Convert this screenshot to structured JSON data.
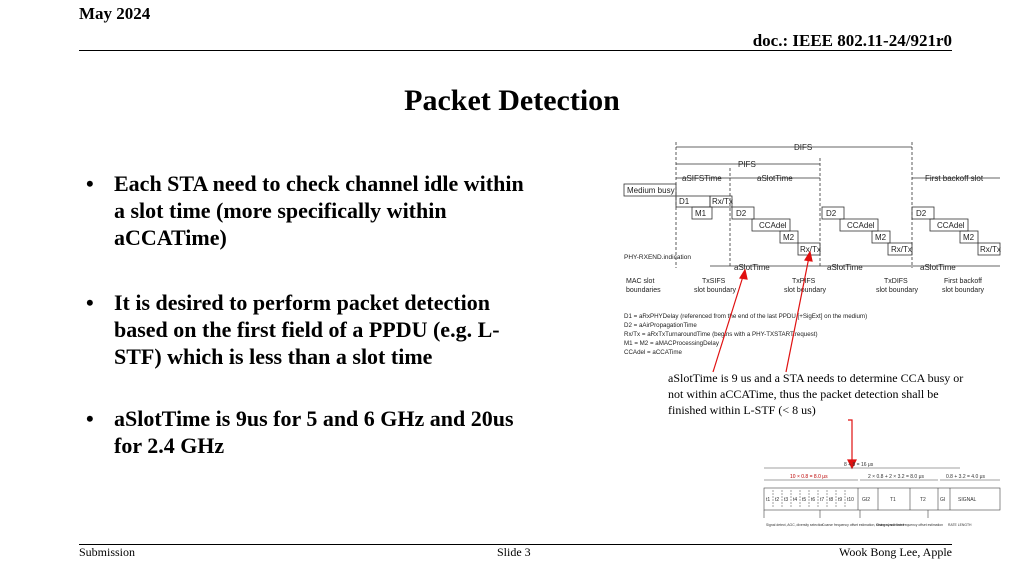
{
  "header": {
    "date": "May 2024",
    "doc_id": "doc.: IEEE 802.11-24/921r0"
  },
  "title": "Packet Detection",
  "bullets": [
    "Each STA need to check channel idle within a slot time (more specifically within aCCATime)",
    "It is desired to perform packet detection based on the first field of a PPDU (e.g. L-STF) which is less than a slot time",
    "aSlotTime is 9us for 5 and 6 GHz and 20us for 2.4 GHz"
  ],
  "diagram": {
    "difs": "DIFS",
    "pifs": "PIFS",
    "asifstime": "aSIFSTime",
    "aslottime": "aSlotTime",
    "first_backoff_slot": "First backoff slot",
    "medium_busy": "Medium busy",
    "d1": "D1",
    "rxtx": "Rx/Tx",
    "m1": "M1",
    "d2": "D2",
    "ccadel": "CCAdel",
    "m2": "M2",
    "phy_rxend": "PHY-RXEND.indication",
    "mac_slot": "MAC slot",
    "boundaries": "boundaries",
    "txsifs": "TxSIFS",
    "txpifs": "TxPIFS",
    "txdifs": "TxDIFS",
    "slot_boundary": "slot boundary",
    "first_backoff": "First backoff",
    "legend": [
      "D1 = aRxPHYDelay (referenced from the end of the last PPDU [+SigExt] on the medium)",
      "D2 = aAirPropagationTime",
      "Rx/Tx = aRxTxTurnaroundTime (begins with a PHY-TXSTART.request)",
      "M1 = M2 = aMACProcessingDelay",
      "CCAdel = aCCATime"
    ]
  },
  "callout": "aSlotTime is 9 us and a STA needs to determine CCA busy or not within aCCATime, thus the packet detection shall be finished within L-STF (< 8 us)",
  "stf_figure": {
    "top": "8 + 8 = 16 μs",
    "stf": "10 × 0.8 = 8.0 μs",
    "ltf": "2 × 0.8 + 2 × 3.2 = 8.0 μs",
    "sig": "0.8 + 3.2 = 4.0 μs",
    "symbols": [
      "t1",
      "t2",
      "t3",
      "t4",
      "t5",
      "t6",
      "t7",
      "t8",
      "t9",
      "t10"
    ],
    "gi2": "GI2",
    "t1": "T1",
    "t2": "T2",
    "gi": "GI",
    "signal": "SIGNAL",
    "notes": [
      "Signal detect, AGC, diversity selection",
      "Coarse frequency offset estimation, timing synchronize",
      "Channel and fine frequency offset estimation",
      "RATE LENGTH"
    ]
  },
  "footer": {
    "left": "Submission",
    "center": "Slide 3",
    "right": "Wook Bong Lee, Apple"
  }
}
